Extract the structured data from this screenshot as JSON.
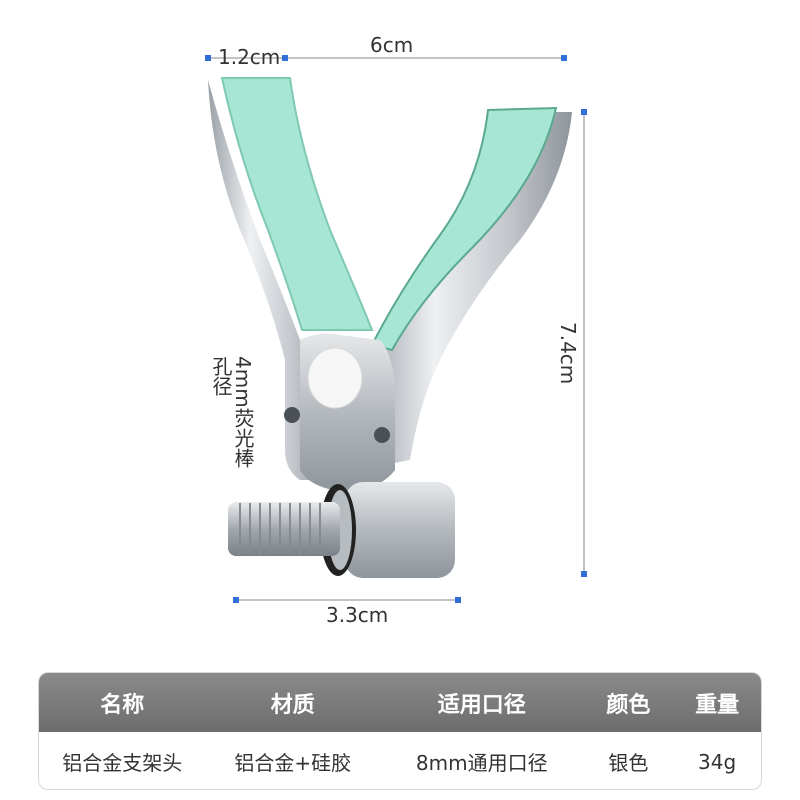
{
  "dimensions": {
    "top_small": "1.2cm",
    "top_total": "6cm",
    "height": "7.4cm",
    "bottom": "3.3cm",
    "hole_label": "4mm荧光棒孔径"
  },
  "table": {
    "headers": [
      "名称",
      "材质",
      "适用口径",
      "颜色",
      "重量"
    ],
    "values": [
      "铝合金支架头",
      "铝合金+硅胶",
      "8mm通用口径",
      "银色",
      "34g"
    ]
  },
  "colors": {
    "silicone": "#a7e6d5",
    "aluminium": "#c9cdd2",
    "marker": "#2f6fd6",
    "header_bg": "#7a7a7a"
  }
}
